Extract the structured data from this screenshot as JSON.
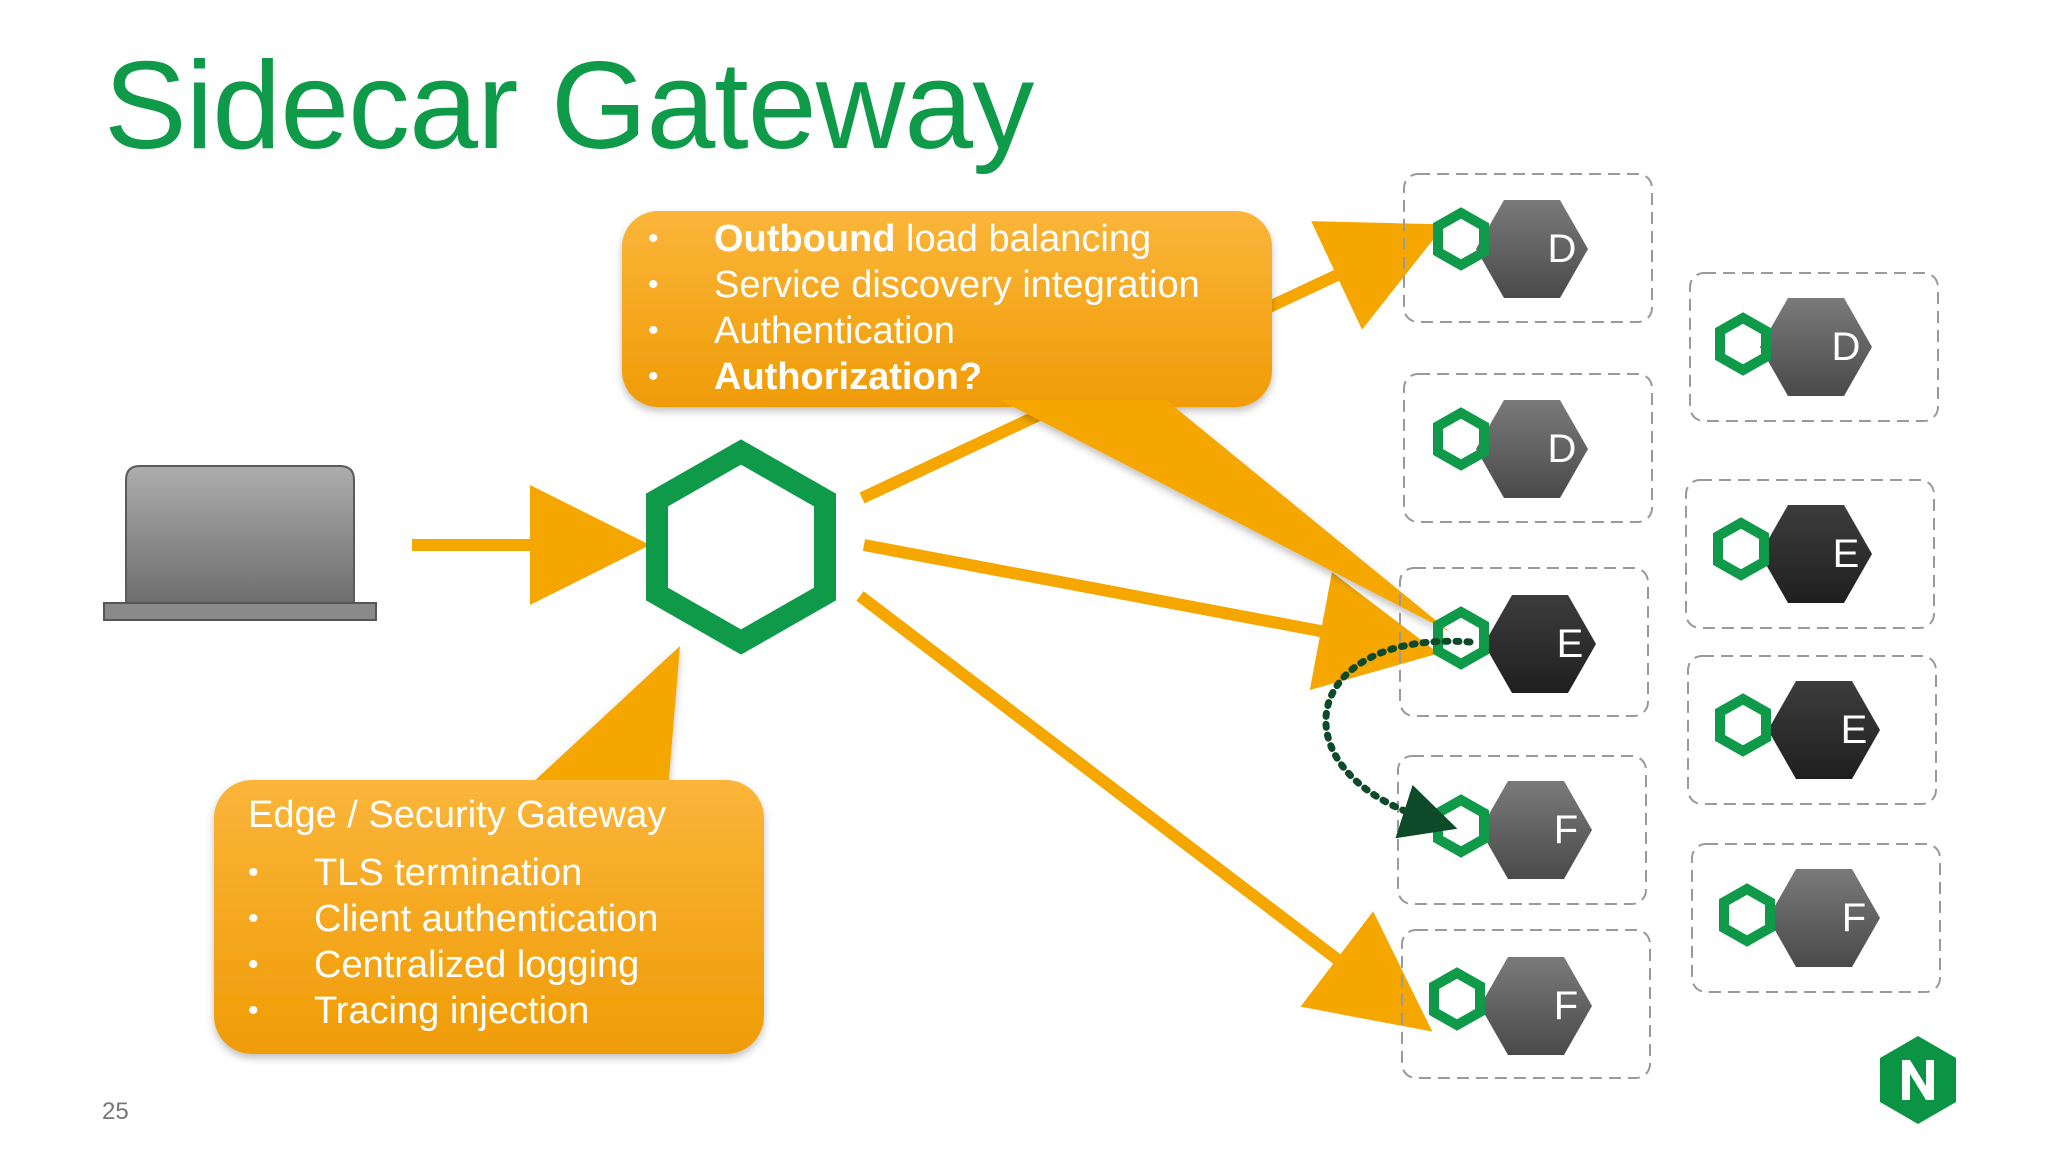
{
  "slide": {
    "title": "Sidecar Gateway",
    "slide_number": "25",
    "colors": {
      "title_green": "#0e9a48",
      "hexagon_green": "#0e9a48",
      "callout_orange": "#f7a81b",
      "arrow_orange": "#f5a700",
      "service_gray": "#5f5f5f",
      "service_dark": "#2f2f2f",
      "nginx_green": "#0b9444"
    }
  },
  "top_callout": {
    "items": [
      {
        "bold": "Outbound",
        "rest": " load balancing"
      },
      {
        "bold": "",
        "rest": "Service discovery integration"
      },
      {
        "bold": "",
        "rest": "Authentication"
      },
      {
        "bold": "Authorization?",
        "rest": ""
      }
    ]
  },
  "edge_callout": {
    "heading": "Edge / Security Gateway",
    "items": [
      "TLS termination",
      "Client authentication",
      "Centralized logging",
      "Tracing injection"
    ]
  },
  "services": {
    "left_column": [
      {
        "label": "D",
        "shade": "gray"
      },
      {
        "label": "D",
        "shade": "gray"
      },
      {
        "label": "E",
        "shade": "dark"
      },
      {
        "label": "F",
        "shade": "gray"
      },
      {
        "label": "F",
        "shade": "gray"
      }
    ],
    "right_column": [
      {
        "label": "D",
        "shade": "gray"
      },
      {
        "label": "E",
        "shade": "dark"
      },
      {
        "label": "E",
        "shade": "dark"
      },
      {
        "label": "F",
        "shade": "gray"
      }
    ]
  },
  "icons": {
    "client": "laptop-icon",
    "gateway": "gateway-hexagon-icon",
    "sidecar": "sidecar-hexagon-icon",
    "logo": "nginx-logo-icon"
  }
}
